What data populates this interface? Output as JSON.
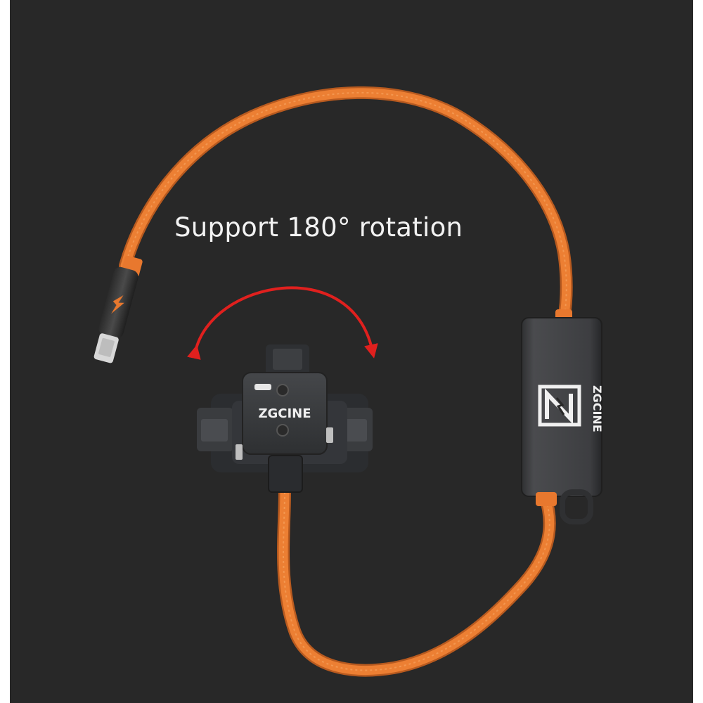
{
  "caption": "Support 180° rotation",
  "hub": {
    "brand": "ZGCINE"
  },
  "box": {
    "brand": "ZGCINE"
  },
  "colors": {
    "background": "#282828",
    "cable": "#e8782e",
    "arrow": "#e0201e",
    "device": "#3a3b3d"
  },
  "icons": [
    "usb-c-plug-icon",
    "rotation-arrow-icon",
    "zgcine-logo-icon"
  ]
}
